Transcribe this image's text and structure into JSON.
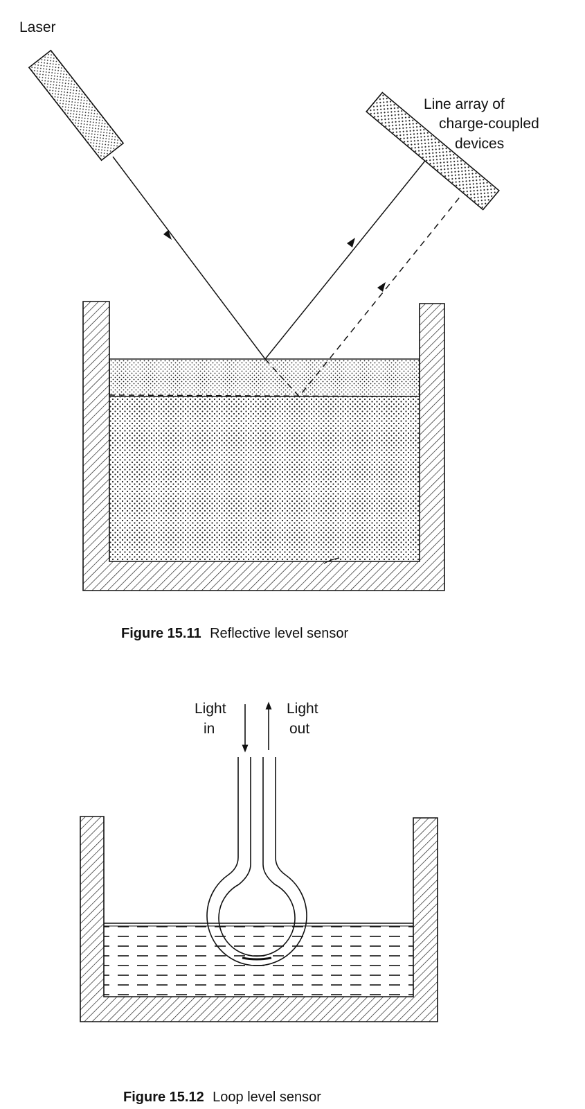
{
  "figures": [
    {
      "caption_number": "Figure 15.11",
      "caption_text": "Reflective level sensor",
      "labels": {
        "laser": "Laser",
        "ccd_line1": "Line array of",
        "ccd_line2": "charge-coupled",
        "ccd_line3": "devices"
      }
    },
    {
      "caption_number": "Figure 15.12",
      "caption_text": "Loop level sensor",
      "labels": {
        "light_in_line1": "Light",
        "light_in_line2": "in",
        "light_out_line1": "Light",
        "light_out_line2": "out"
      }
    }
  ],
  "colors": {
    "ink": "#111111",
    "paper": "#ffffff"
  }
}
